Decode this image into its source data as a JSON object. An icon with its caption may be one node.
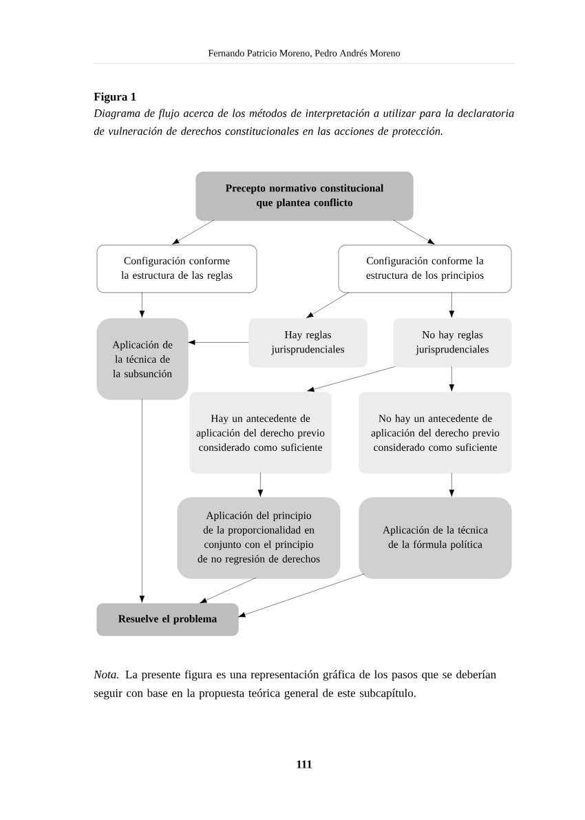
{
  "diagram": {
    "title": "Figura 1",
    "caption": "Diagrama de flujo acerca de los métodos de interpretación a utilizar para la declaratoria de vulneración de derechos constitucionales en las acciones de protección.",
    "nodes": [
      {
        "text": [
          "Precepto normativo constitucional que plantea conflicto"
        ]
      },
      {
        "text": [
          "Configuración conforme la estructura de las reglas"
        ]
      },
      {
        "text": [
          "Configuración conforme la estructura de los principios"
        ]
      },
      {
        "text": [
          "Aplicación de la técnica de la subsunción"
        ]
      },
      {
        "text": [
          "Hay reglas jurisprudenciales"
        ]
      },
      {
        "text": [
          "No hay reglas jurisprudenciales"
        ]
      },
      {
        "text": [
          "Hay un antecedente de aplicación del derecho previo considerado como suficiente"
        ]
      },
      {
        "text": [
          "No hay un antecedente de aplicación del derecho previo considerado como suficiente"
        ]
      },
      {
        "text": [
          "Aplicación del principio de la proporcionalidad en conjunto con el principio de no regresión de derechos"
        ]
      },
      {
        "text": [
          "Aplicación de la técnica de la fórmula política"
        ]
      },
      {
        "text": [
          "Resuelve el problema"
        ]
      }
    ],
    "edges": [
      {
        "from": 0,
        "to": 1,
        "arrow": "to"
      },
      {
        "from": 0,
        "to": 2,
        "arrow": "to"
      },
      {
        "from": 1,
        "to": 3,
        "arrow": "to"
      },
      {
        "from": 2,
        "to": 4,
        "arrow": "to"
      },
      {
        "from": 2,
        "to": 5,
        "arrow": "to"
      },
      {
        "from": 4,
        "to": 3,
        "arrow": "to"
      },
      {
        "from": 5,
        "to": 6,
        "arrow": "to"
      },
      {
        "from": 5,
        "to": 7,
        "arrow": "to"
      },
      {
        "from": 6,
        "to": 8,
        "arrow": "to"
      },
      {
        "from": 7,
        "to": 9,
        "arrow": "to"
      },
      {
        "from": 3,
        "to": 10,
        "arrow": "to"
      },
      {
        "from": 8,
        "to": 10,
        "arrow": "to"
      },
      {
        "from": 9,
        "to": 10,
        "arrow": "to"
      }
    ],
    "labels": [
      "Fernando Patricio Moreno, Pedro Andrés Moreno",
      "*Nota.* La presente figura es una representación gráfica de los pasos que se deberían seguir con base en la propuesta teórica general de este subcapítulo.",
      "111"
    ]
  }
}
